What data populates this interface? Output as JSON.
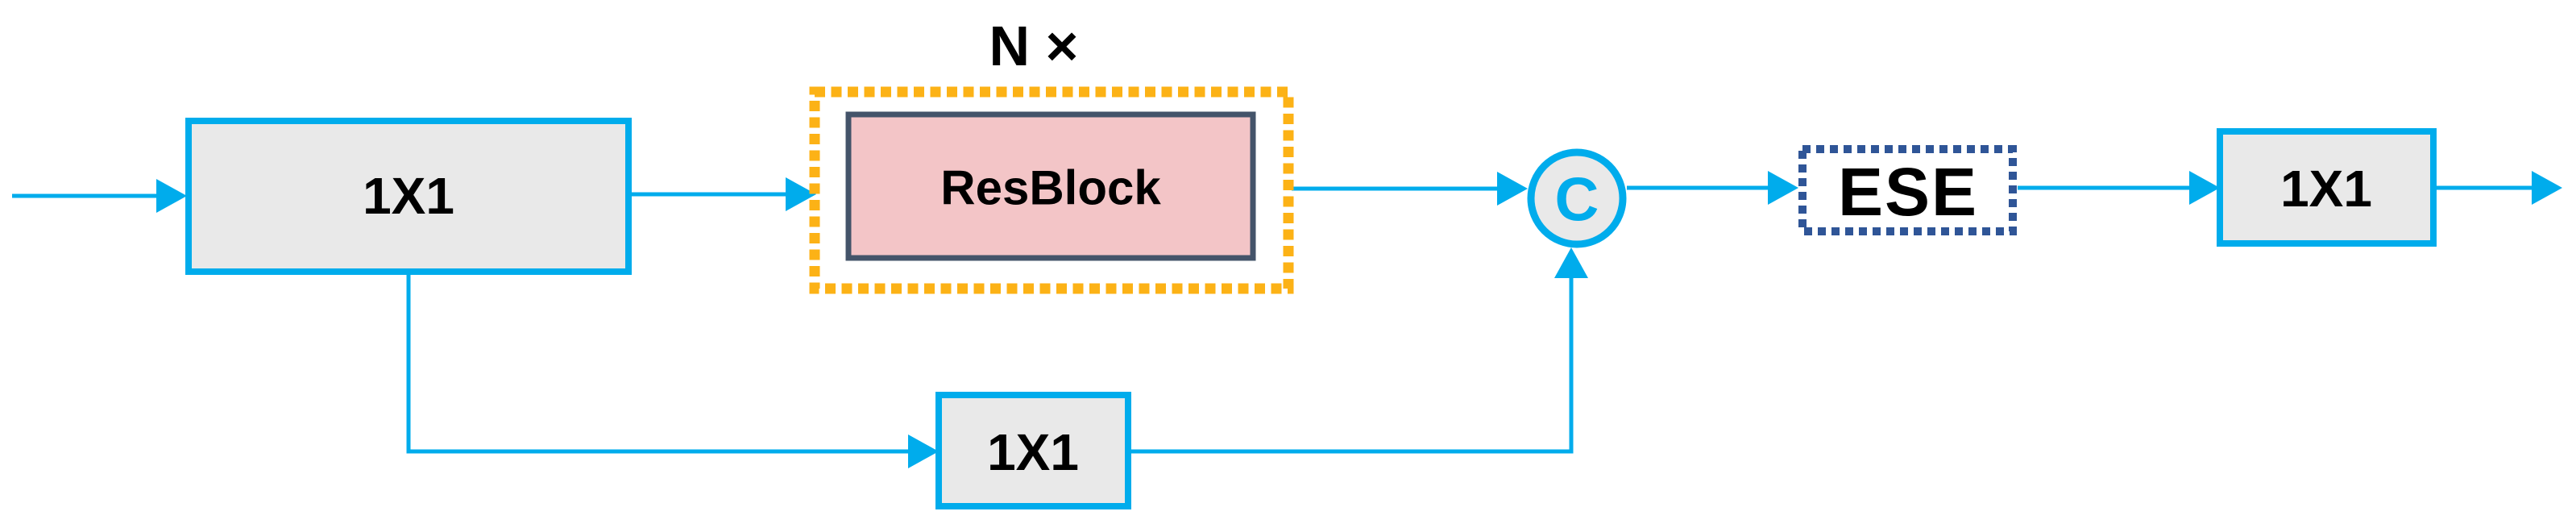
{
  "diagram": {
    "type": "architecture-block-diagram",
    "background": "#FFFFFF",
    "colors": {
      "line": "#00ACEC",
      "box_fill": "#E9E9E9",
      "resblock_fill": "#F3C5C7",
      "resblock_border": "#44546A",
      "repeat_dash": "#FCB216",
      "ese_dash": "#2F5597",
      "label_text": "#000000"
    },
    "nodes": {
      "conv_in": {
        "label": "1X1"
      },
      "repeat": {
        "label": "N ×"
      },
      "resblock": {
        "label": "ResBlock"
      },
      "concat": {
        "label": "C"
      },
      "ese": {
        "label": "ESE"
      },
      "conv_shortcut": {
        "label": "1X1"
      },
      "conv_out": {
        "label": "1X1"
      }
    }
  }
}
